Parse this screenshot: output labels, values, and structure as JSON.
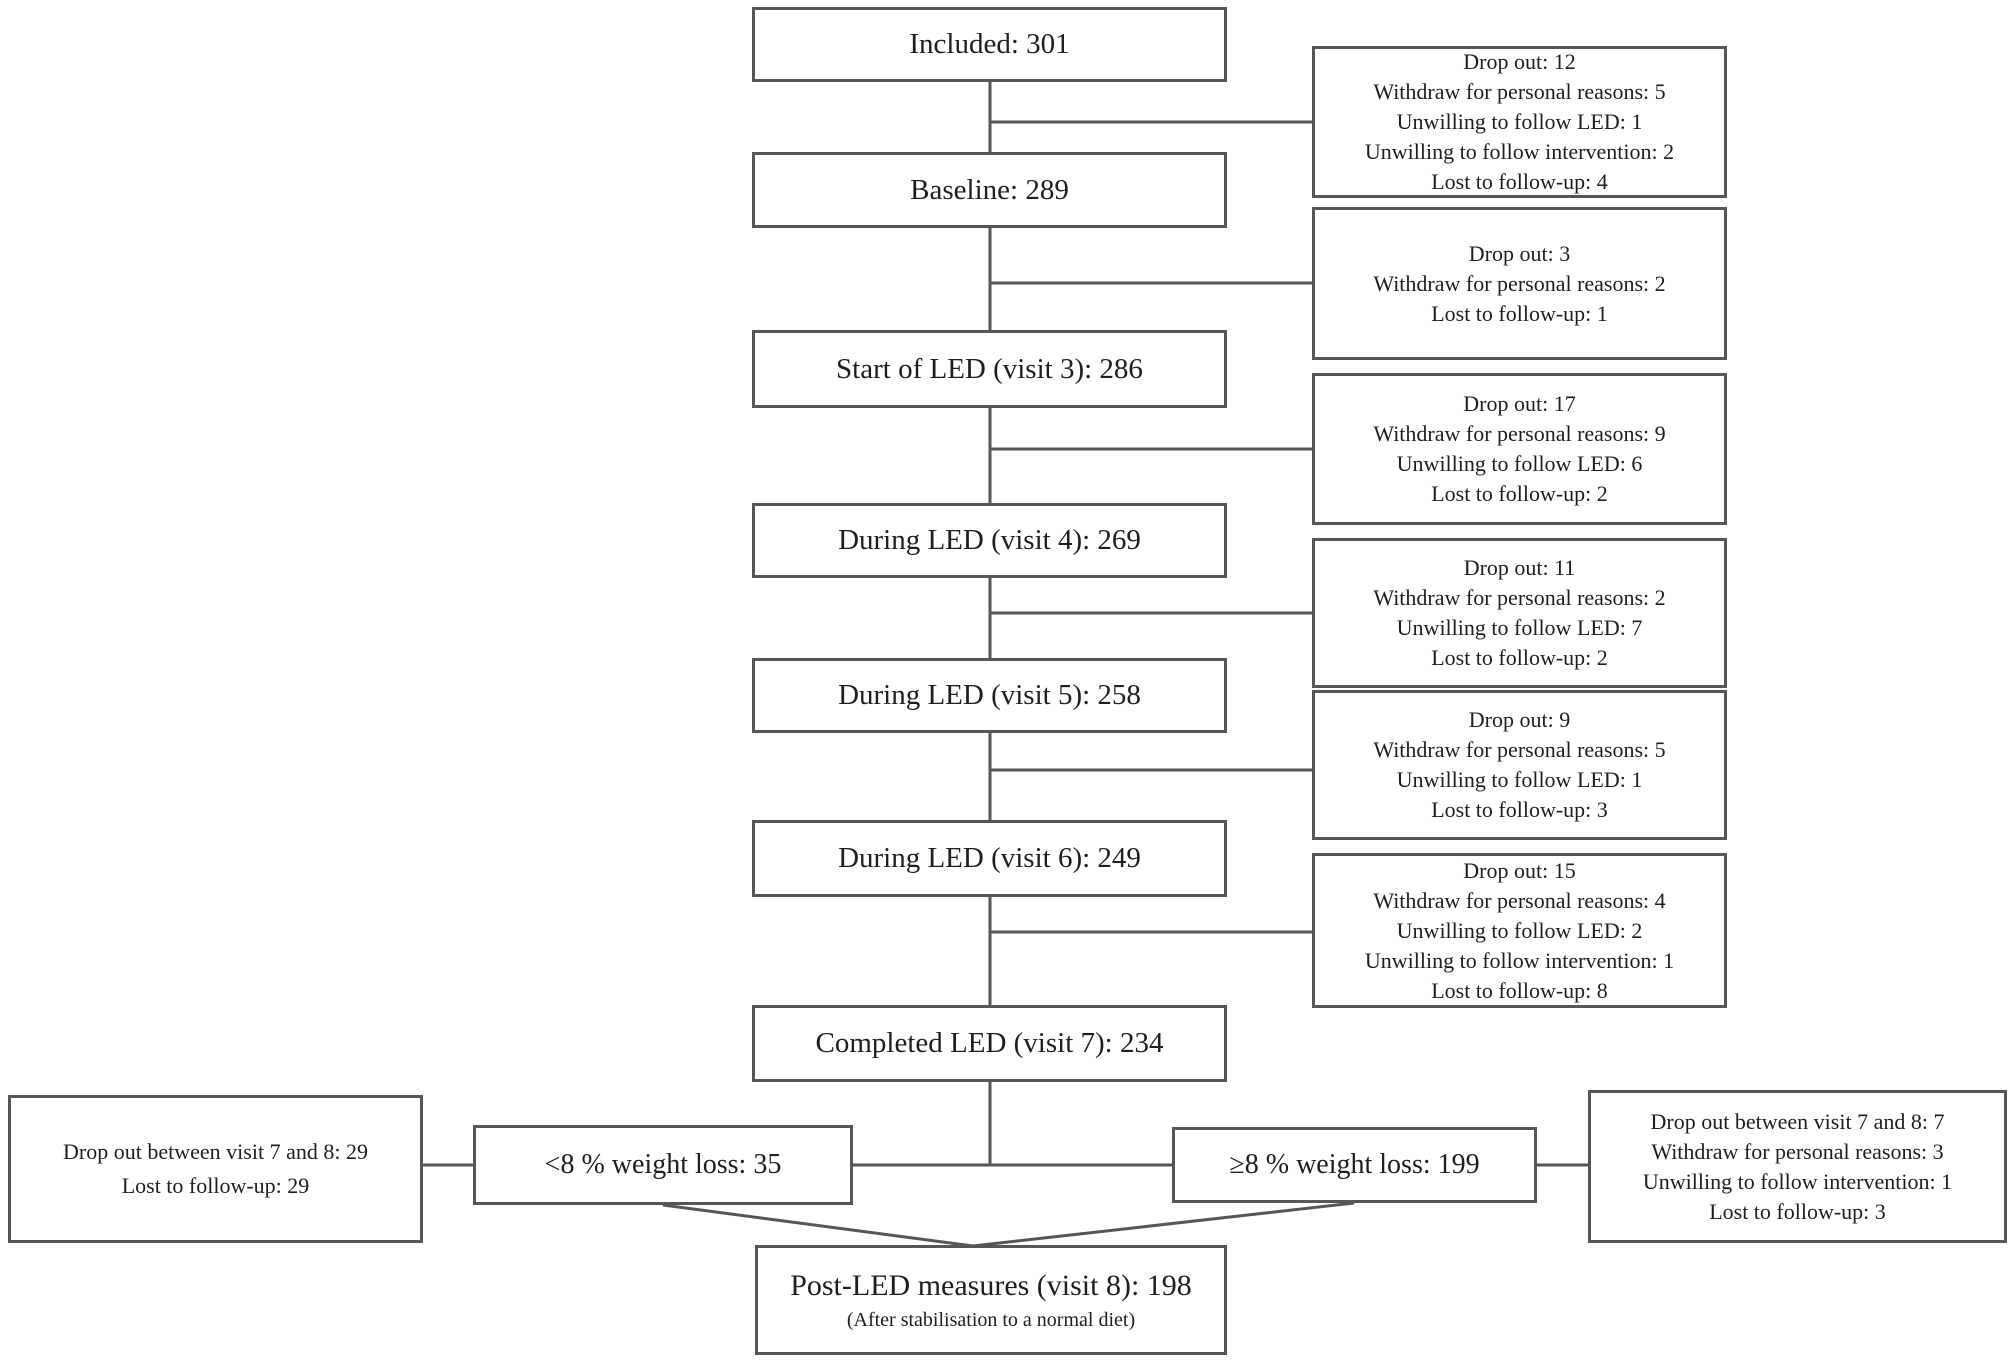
{
  "colors": {
    "line": "#55565a",
    "text": "#1e1e1e",
    "background": "#ffffff"
  },
  "main_flow": [
    {
      "label": "Included: 301"
    },
    {
      "label": "Baseline: 289"
    },
    {
      "label": "Start of LED (visit 3): 286"
    },
    {
      "label": "During LED (visit 4): 269"
    },
    {
      "label": "During LED (visit 5): 258"
    },
    {
      "label": "During LED (visit 6): 249"
    },
    {
      "label": "Completed LED (visit 7): 234"
    }
  ],
  "dropout_boxes": [
    {
      "lines": [
        "Drop out: 12",
        "Withdraw for personal reasons: 5",
        "Unwilling to follow LED: 1",
        "Unwilling to follow intervention: 2",
        "Lost to follow-up: 4"
      ]
    },
    {
      "lines": [
        "Drop out: 3",
        "Withdraw for personal reasons: 2",
        "Lost to follow-up: 1"
      ]
    },
    {
      "lines": [
        "Drop out: 17",
        "Withdraw for personal reasons: 9",
        "Unwilling to follow LED: 6",
        "Lost to follow-up: 2"
      ]
    },
    {
      "lines": [
        "Drop out: 11",
        "Withdraw for personal reasons: 2",
        "Unwilling to follow LED: 7",
        "Lost to follow-up: 2"
      ]
    },
    {
      "lines": [
        "Drop out: 9",
        "Withdraw for personal reasons: 5",
        "Unwilling to follow LED: 1",
        "Lost to follow-up: 3"
      ]
    },
    {
      "lines": [
        "Drop out: 15",
        "Withdraw for personal reasons: 4",
        "Unwilling to follow LED: 2",
        "Unwilling to follow intervention: 1",
        "Lost to follow-up: 8"
      ]
    }
  ],
  "split": {
    "left_note": {
      "lines": [
        "Drop out between visit 7 and 8: 29",
        "Lost to follow-up: 29"
      ]
    },
    "less_than_8": {
      "label": "<8 % weight loss: 35"
    },
    "greater_equal_8": {
      "label": "≥8 % weight loss: 199"
    },
    "right_note": {
      "lines": [
        "Drop out between visit 7 and 8: 7",
        "Withdraw for personal reasons: 3",
        "Unwilling to follow intervention: 1",
        "Lost to follow-up: 3"
      ]
    }
  },
  "final_box": {
    "title": "Post-LED measures (visit 8): 198",
    "subtitle": "(After stabilisation to a normal diet)"
  }
}
